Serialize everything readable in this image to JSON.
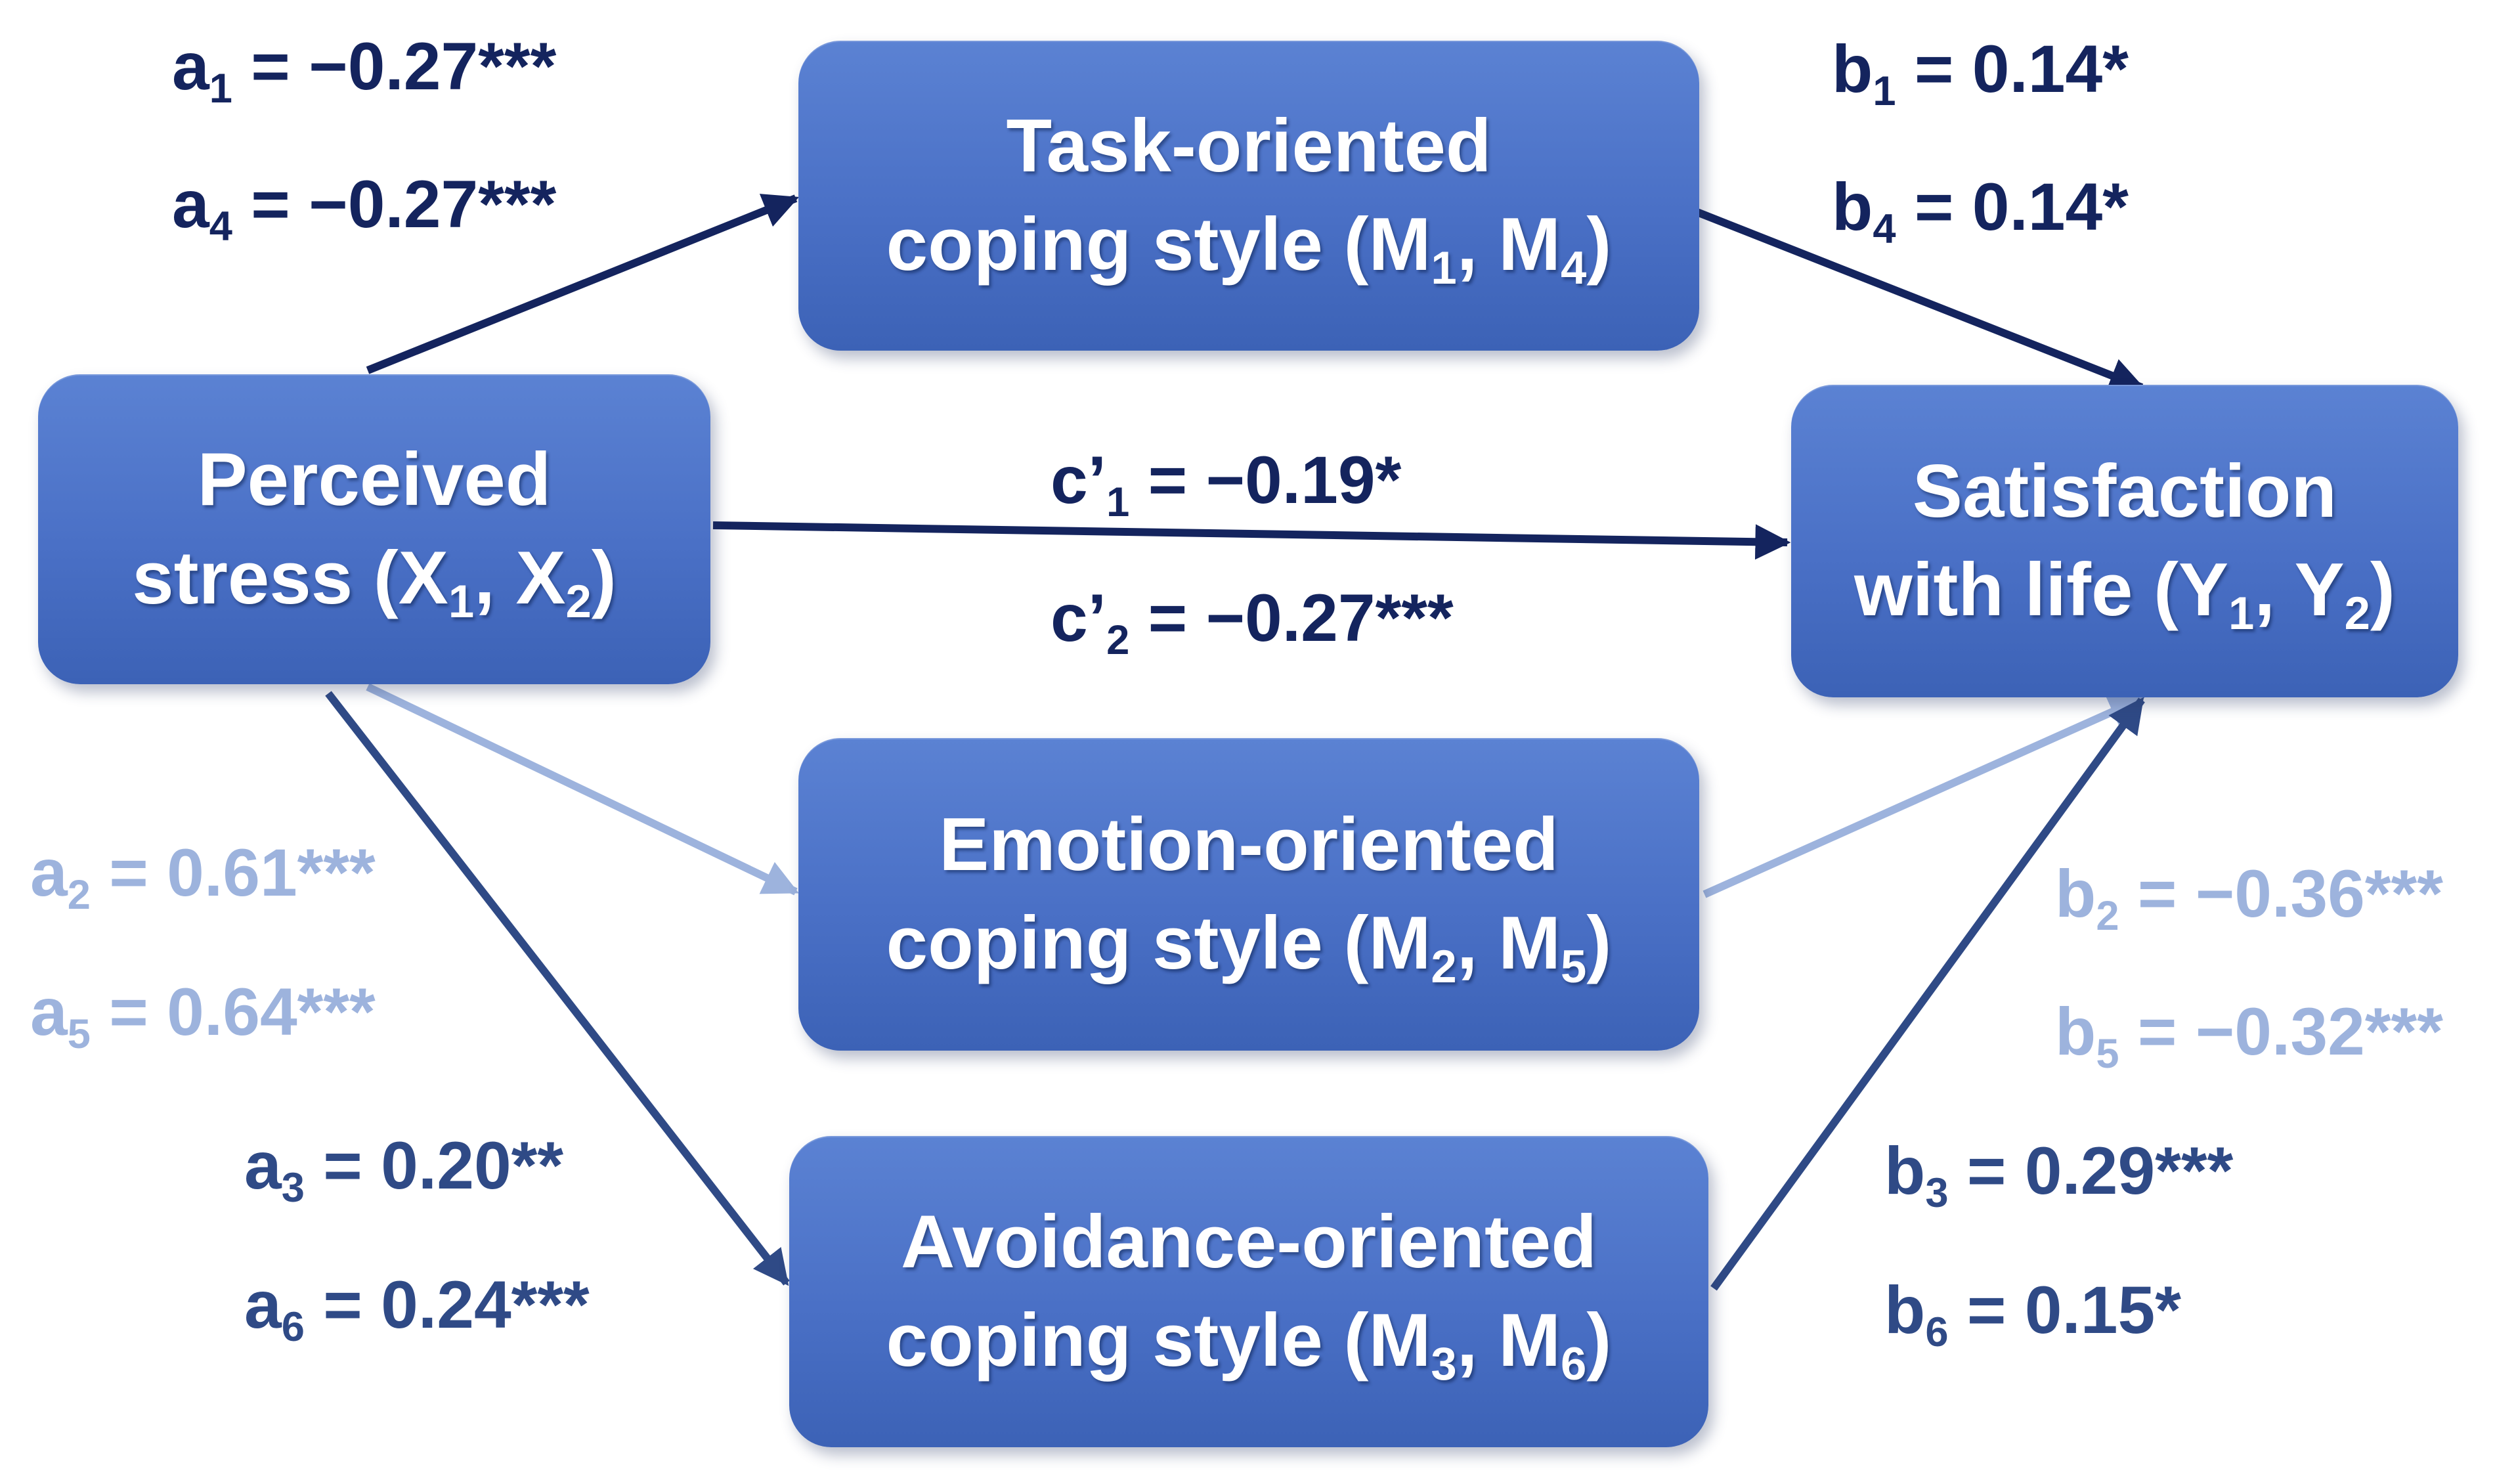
{
  "nodes": {
    "x": {
      "line1": "Perceived",
      "line2": {
        "pre": "stress (X",
        "s1": "1",
        "mid": ", X",
        "s2": "2",
        "post": ")"
      }
    },
    "m1": {
      "line1": "Task-oriented",
      "line2": {
        "pre": "coping style (M",
        "s1": "1",
        "mid": ", M",
        "s2": "4",
        "post": ")"
      }
    },
    "m2": {
      "line1": "Emotion-oriented",
      "line2": {
        "pre": "coping style (M",
        "s1": "2",
        "mid": ", M",
        "s2": "5",
        "post": ")"
      }
    },
    "m3": {
      "line1": "Avoidance-oriented",
      "line2": {
        "pre": "coping style (M",
        "s1": "3",
        "mid": ", M",
        "s2": "6",
        "post": ")"
      }
    },
    "y": {
      "line1": "Satisfaction",
      "line2": {
        "pre": "with life (Y",
        "s1": "1",
        "mid": ", Y",
        "s2": "2",
        "post": ")"
      }
    }
  },
  "coefficients": {
    "a1": {
      "sym": "a",
      "sub": "1",
      "value": " = −0.27***"
    },
    "a4": {
      "sym": "a",
      "sub": "4",
      "value": " = −0.27***"
    },
    "b1": {
      "sym": "b",
      "sub": "1",
      "value": " = 0.14*"
    },
    "b4": {
      "sym": "b",
      "sub": "4",
      "value": " = 0.14*"
    },
    "c1": {
      "sym": "c’",
      "sub": "1",
      "value": " = −0.19*"
    },
    "c2": {
      "sym": "c’",
      "sub": "2",
      "value": " = −0.27***"
    },
    "a2": {
      "sym": "a",
      "sub": "2",
      "value": " = 0.61***"
    },
    "a5": {
      "sym": "a",
      "sub": "5",
      "value": " = 0.64***"
    },
    "b2": {
      "sym": "b",
      "sub": "2",
      "value": " = −0.36***"
    },
    "b5": {
      "sym": "b",
      "sub": "5",
      "value": " = −0.32***"
    },
    "a3": {
      "sym": "a",
      "sub": "3",
      "value": " = 0.20**"
    },
    "a6": {
      "sym": "a",
      "sub": "6",
      "value": " = 0.24***"
    },
    "b3": {
      "sym": "b",
      "sub": "3",
      "value": " = 0.29***"
    },
    "b6": {
      "sym": "b",
      "sub": "6",
      "value": " = 0.15*"
    }
  },
  "colors": {
    "path_dark": "#14245e",
    "path_mid": "#2f4a86",
    "path_light": "#9db3dd",
    "node_fill": "#4a70c6",
    "node_text": "#ffffff"
  },
  "edges": [
    {
      "from": "x",
      "to": "m1",
      "tone": "dark"
    },
    {
      "from": "m1",
      "to": "y",
      "tone": "dark"
    },
    {
      "from": "x",
      "to": "y",
      "tone": "dark"
    },
    {
      "from": "x",
      "to": "m2",
      "tone": "light"
    },
    {
      "from": "m2",
      "to": "y",
      "tone": "light"
    },
    {
      "from": "x",
      "to": "m3",
      "tone": "mid"
    },
    {
      "from": "m3",
      "to": "y",
      "tone": "mid"
    }
  ]
}
